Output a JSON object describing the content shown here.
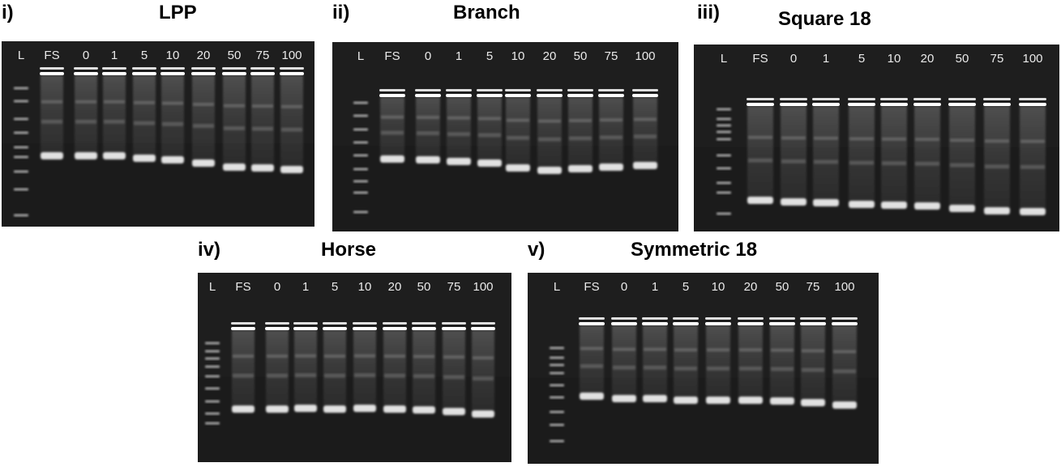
{
  "panels": [
    {
      "roman": "i)",
      "title": "LPP",
      "lanes": [
        "L",
        "FS",
        "0",
        "1",
        "5",
        "10",
        "20",
        "50",
        "75",
        "100"
      ]
    },
    {
      "roman": "ii)",
      "title": "Branch",
      "lanes": [
        "L",
        "FS",
        "0",
        "1",
        "5",
        "10",
        "20",
        "50",
        "75",
        "100"
      ]
    },
    {
      "roman": "iii)",
      "title": "Square 18",
      "lanes": [
        "L",
        "FS",
        "0",
        "1",
        "5",
        "10",
        "20",
        "50",
        "75",
        "100"
      ]
    },
    {
      "roman": "iv)",
      "title": "Horse",
      "lanes": [
        "L",
        "FS",
        "0",
        "1",
        "5",
        "10",
        "20",
        "50",
        "75",
        "100"
      ]
    },
    {
      "roman": "v)",
      "title": "Symmetric 18",
      "lanes": [
        "L",
        "FS",
        "0",
        "1",
        "5",
        "10",
        "20",
        "50",
        "75",
        "100"
      ]
    }
  ],
  "colors": {
    "gel": "#1a1a1a",
    "band": "#f4f4f4",
    "label": "#eaeaea",
    "heading": "#000000"
  },
  "icons": [
    "gel-image"
  ]
}
